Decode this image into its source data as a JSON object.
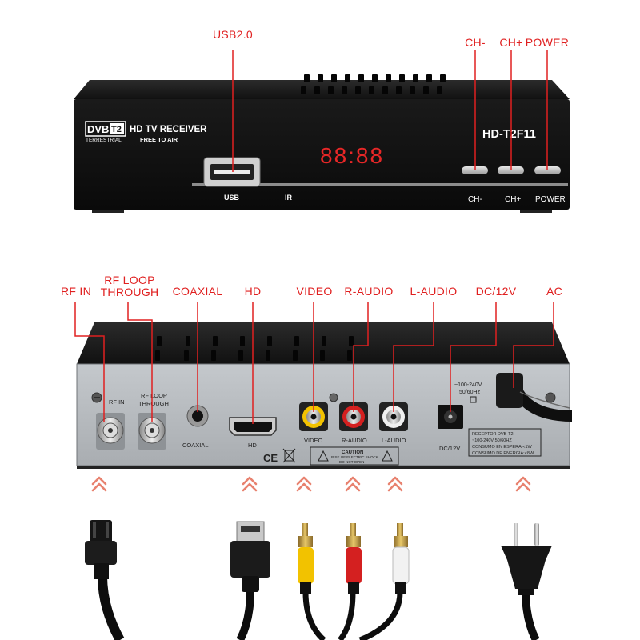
{
  "front": {
    "logo_dvb": "DVB",
    "logo_t2": "T2",
    "logo_sub": "TERRESTRIAL",
    "receiver_title": "HD TV RECEIVER",
    "receiver_subtitle": "FREE TO AIR",
    "model": "HD-T2F11",
    "display": "88:88",
    "usb_label": "USB",
    "ir_label": "IR",
    "button_labels": [
      "CH-",
      "CH+",
      "POWER"
    ]
  },
  "front_callouts": {
    "usb": "USB2.0",
    "ch_minus": "CH-",
    "ch_plus": "CH+",
    "power": "POWER"
  },
  "rear_callouts": {
    "rf_in": "RF IN",
    "rf_loop": "RF LOOP\nTHROUGH",
    "coaxial": "COAXIAL",
    "hd": "HD",
    "video": "VIDEO",
    "r_audio": "R-AUDIO",
    "l_audio": "L-AUDIO",
    "dc": "DC/12V",
    "ac": "AC"
  },
  "rear_panel": {
    "rf_in": "RF IN",
    "rf_loop_1": "RF LOOP",
    "rf_loop_2": "THROUGH",
    "coaxial": "COAXIAL",
    "hd": "HD",
    "video": "VIDEO",
    "r_audio": "R-AUDIO",
    "l_audio": "L-AUDIO",
    "dc": "DC/12V",
    "power_rating_1": "~100-240V",
    "power_rating_2": "50/60Hz",
    "ce": "CE",
    "caution_title": "CAUTION",
    "caution_line1": "RISK OF ELECTRIC SHOCK",
    "caution_line2": "DO NOT OPEN",
    "spec_lines": [
      "RECEPTOR DVB-T2",
      "~100-240V 50/60HZ",
      "CONSUMO EN ESPERA:<1W",
      "CONSUMO DE ENERGIA:<8W"
    ]
  },
  "colors": {
    "accent": "#e02020",
    "chevron": "#e8826f",
    "display": "#ff2a2a",
    "body": "#141414",
    "panel": "#b8bcc0"
  }
}
